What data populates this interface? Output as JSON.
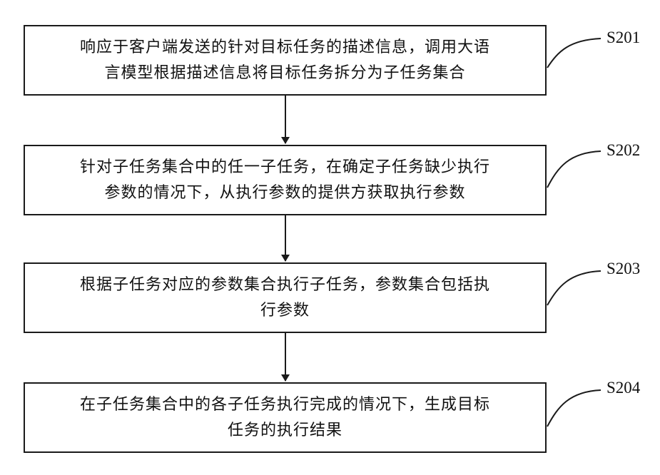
{
  "steps": [
    {
      "id": "S201",
      "lines": [
        "响应于客户端发送的针对目标任务的描述信息，调用大语",
        "言模型根据描述信息将目标任务拆分为子任务集合"
      ]
    },
    {
      "id": "S202",
      "lines": [
        "针对子任务集合中的任一子任务，在确定子任务缺少执行",
        "参数的情况下，从执行参数的提供方获取执行参数"
      ]
    },
    {
      "id": "S203",
      "lines": [
        "根据子任务对应的参数集合执行子任务，参数集合包括执",
        "行参数"
      ]
    },
    {
      "id": "S204",
      "lines": [
        "在子任务集合中的各子任务执行完成的情况下，生成目标",
        "任务的执行结果"
      ]
    }
  ]
}
